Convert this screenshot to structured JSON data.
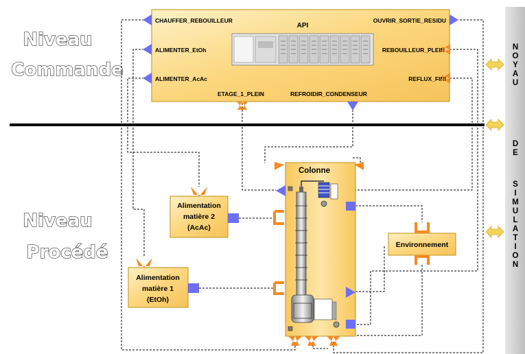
{
  "levels": {
    "command": [
      "Niveau",
      "Commande"
    ],
    "process": [
      "Niveau",
      "Procédé"
    ]
  },
  "api": {
    "title": "API",
    "signals_left": [
      "CHAUFFER_REBOUILLEUR",
      "ALIMENTER_EtOh",
      "ALIMENTER_AcAc"
    ],
    "signals_right": [
      "OUVRIR_SORTIE_RESIDU",
      "REBOUILLEUR_PLEIN",
      "REFLUX_FINI"
    ],
    "signals_bottom": [
      "ETAGE_1_PLEIN",
      "REFROIDIR_CONDENSEUR"
    ]
  },
  "colonne": {
    "title": "Colonne"
  },
  "feed2": [
    "Alimentation",
    "matière 2",
    "(AcAc)"
  ],
  "feed1": [
    "Alimentation",
    "matière 1",
    "(EtOh)"
  ],
  "environnement": "Environnement",
  "noyau": {
    "words": [
      [
        "N",
        "O",
        "Y",
        "A",
        "U"
      ],
      [
        "D",
        "E"
      ],
      [
        "S",
        "I",
        "M",
        "U",
        "L",
        "A",
        "T",
        "I",
        "O",
        "N"
      ]
    ]
  },
  "colors": {
    "box_fill": "#fcd67c",
    "box_stroke": "#c8a030",
    "port_blue": "#6d6ff0",
    "port_orange": "#f68a22",
    "arrow_yellow": "#f5d35a",
    "side_panel": "#c9c9c9"
  }
}
